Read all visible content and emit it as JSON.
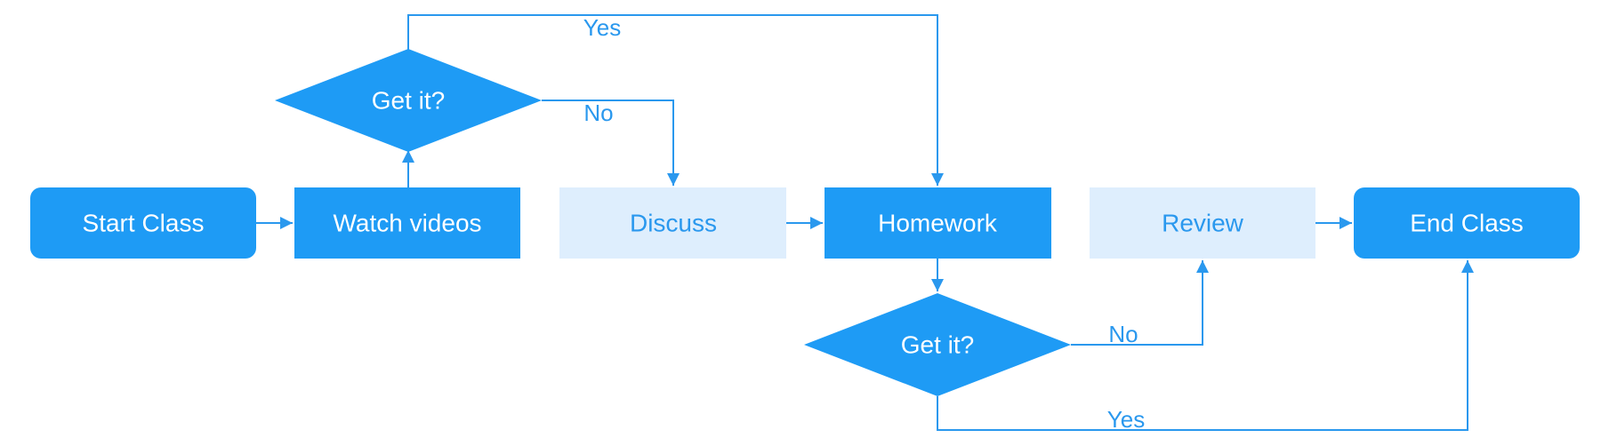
{
  "colors": {
    "primary": "#1E9BF5",
    "light": "#DEEEFD",
    "light_text": "#2A98EE",
    "white": "#FFFFFF",
    "line": "#2A98EE"
  },
  "nodes": {
    "start": "Start Class",
    "watch": "Watch videos",
    "decision1": "Get it?",
    "discuss": "Discuss",
    "homework": "Homework",
    "decision2": "Get it?",
    "review": "Review",
    "end": "End Class"
  },
  "edge_labels": {
    "d1_yes": "Yes",
    "d1_no": "No",
    "d2_no": "No",
    "d2_yes": "Yes"
  }
}
